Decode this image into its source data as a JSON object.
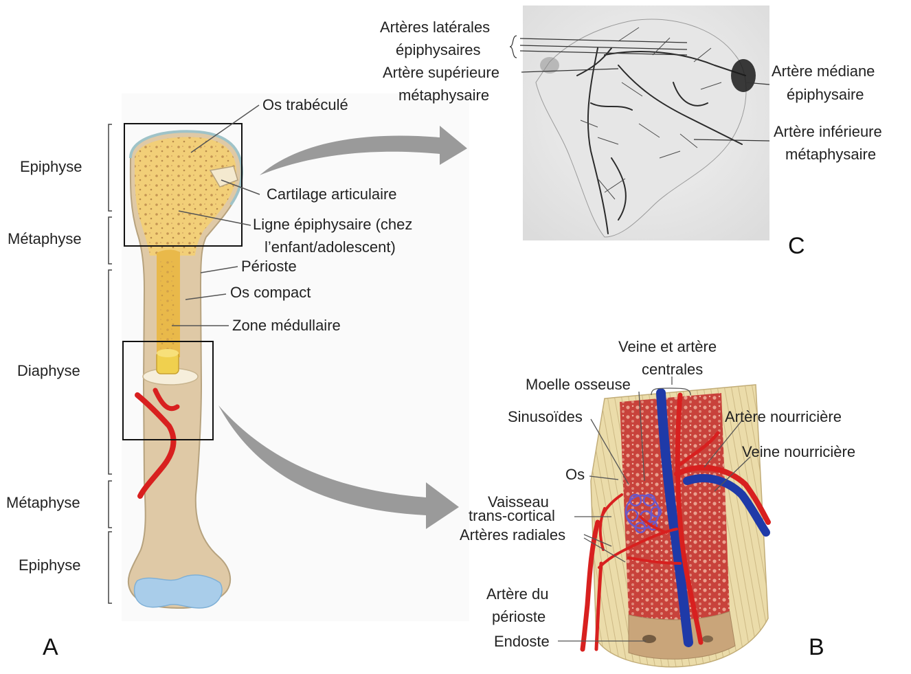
{
  "panel_a": {
    "letter": "A",
    "regions": [
      "Epiphyse",
      "Métaphyse",
      "Diaphyse",
      "Métaphyse",
      "Epiphyse"
    ],
    "labels": {
      "os_trabecule": "Os trabéculé",
      "cartilage": "Cartilage articulaire",
      "ligne_1": "Ligne épiphysaire (chez",
      "ligne_2": "l’enfant/adolescent)",
      "perioste": "Périoste",
      "os_compact": "Os compact",
      "zone_medullaire": "Zone médullaire"
    }
  },
  "panel_b": {
    "letter": "B",
    "labels": {
      "veine_centrale_1": "Veine et artère",
      "veine_centrale_2": "centrales",
      "moelle": "Moelle osseuse",
      "sinusoides": "Sinusoïdes",
      "artere_nourriciere": "Artère nourricière",
      "veine_nourriciere": "Veine nourricière",
      "os": "Os",
      "vaisseau_1": "Vaisseau",
      "vaisseau_2": "trans-cortical",
      "arteres_radiales": "Artères radiales",
      "artere_perioste_1": "Artère du",
      "artere_perioste_2": "périoste",
      "endoste": "Endoste"
    }
  },
  "panel_c": {
    "letter": "C",
    "labels": {
      "laterales_1": "Artères latérales",
      "laterales_2": "épiphysaires",
      "superieure_1": "Artère supérieure",
      "superieure_2": "métaphysaire",
      "mediane_1": "Artère médiane",
      "mediane_2": "épiphysaire",
      "inferieure_1": "Artère inférieure",
      "inferieure_2": "métaphysaire"
    }
  },
  "colors": {
    "bone_beige": "#dfc9a6",
    "spongy_yellow": "#f2cf78",
    "cartilage_blue": "#a9cdea",
    "artery_red": "#d8201f",
    "vein_blue": "#1f3aa8",
    "marrow_red": "#c23a36",
    "arrow_gray": "#9a9a9a"
  }
}
